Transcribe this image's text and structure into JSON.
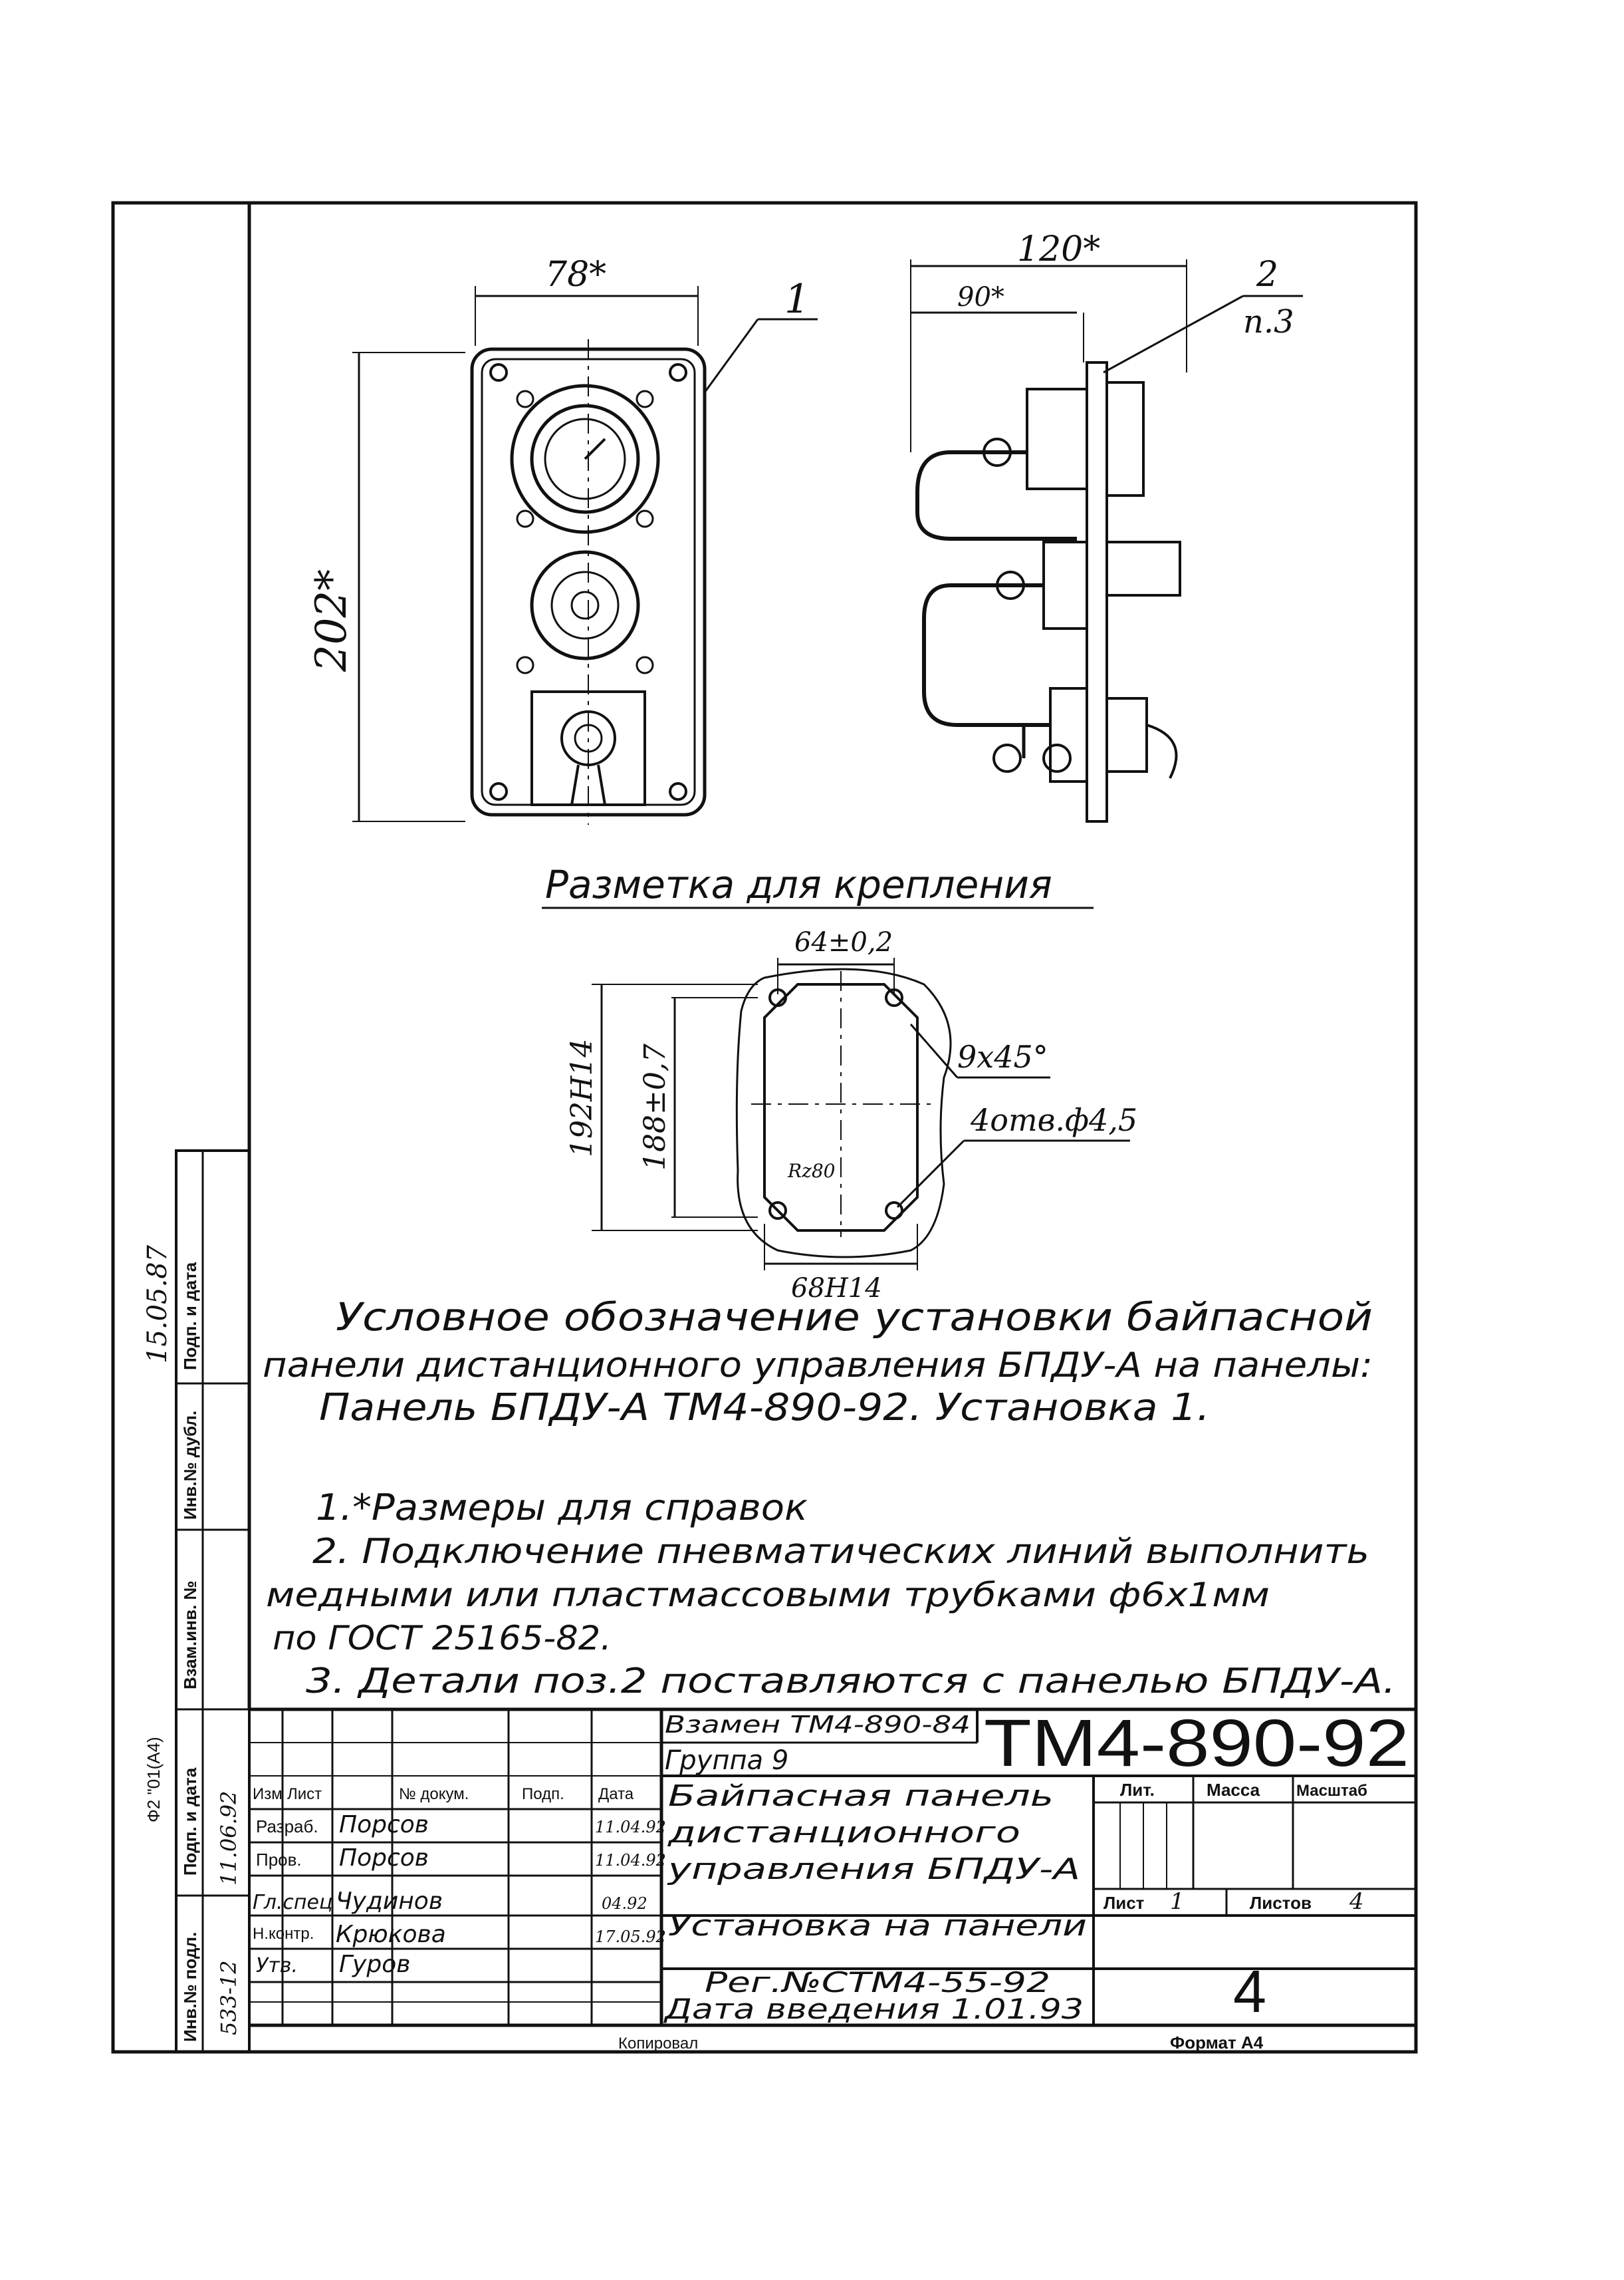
{
  "dims": {
    "width_78": "78*",
    "width_120": "120*",
    "width_90": "90*",
    "height_202": "202*",
    "callout_1": "1",
    "callout_2_top": "2",
    "callout_2_bottom": "п.3"
  },
  "marking": {
    "title": "Разметка для крепления",
    "d_64": "64±0,2",
    "d_192": "192H14",
    "d_188": "188±0,7",
    "d_chamfer": "9x45°",
    "d_holes": "4отв.ф4,5",
    "d_rz": "Rz80",
    "d_68": "68H14"
  },
  "designation": {
    "line1": "Условное обозначение установки байпасной",
    "line2": "панели дистанционного управления БПДУ-А на панелы:",
    "line3": "Панель БПДУ-А ТМ4-890-92. Установка 1."
  },
  "notes": {
    "n1": "1.*Размеры для справок",
    "n2a": "2. Подключение пневматических линий выполнить",
    "n2b": "медными или пластмассовыми трубками ф6х1мм",
    "n2c": "по ГОСТ 25165-82.",
    "n3": "3. Детали поз.2 поставляются с панелью БПДУ-А."
  },
  "side_column": {
    "label_podp_data_1": "Подп. и дата",
    "label_inv_dubl": "Инв.№ дубл.",
    "label_vzam_inv": "Взам.инв. №",
    "label_podp_data_2": "Подп. и дата",
    "label_inv_podl": "Инв.№ подл.",
    "signature_date": "15.05.87",
    "date_2": "11.06.92",
    "inv_number": "533-12",
    "form_code": "Ф2 \"01(А4)"
  },
  "title_block": {
    "replaces": "Взамен ТМ4-890-84",
    "group": "Группа 9",
    "doc_number": "ТМ4-890-92",
    "name_line1": "Байпасная панель",
    "name_line2": "дистанционного",
    "name_line3": "управления БПДУ-А",
    "name_line4": "Установка на панели",
    "reg": "Рег.№СТМ4-55-92",
    "intro_date": "Дата введения 1.01.93",
    "col_izm": "Изм",
    "col_list": "Лист",
    "col_doc": "№ докум.",
    "col_podp": "Подп.",
    "col_data": "Дата",
    "row_razrab": "Разраб.",
    "row_prov": "Пров.",
    "row_glspec": "Гл.спец",
    "row_nkontr": "Н.контр.",
    "row_utv": "Утв.",
    "name_razrab": "Порсов",
    "name_prov": "Порсов",
    "name_glspec": "Чудинов",
    "name_nkontr": "Крюкова",
    "name_utv": "Гуров",
    "date_razrab": "11.04.92",
    "date_prov": "11.04.92",
    "date_glspec": "04.92",
    "date_nkontr": "17.05.92",
    "label_lit": "Лит.",
    "label_massa": "Масса",
    "label_masshtab": "Масштаб",
    "label_list": "Лист",
    "list_value": "1",
    "label_listov": "Листов",
    "listov_value": "4",
    "sheet_big": "4",
    "copied": "Копировал",
    "format": "Формат А4"
  }
}
